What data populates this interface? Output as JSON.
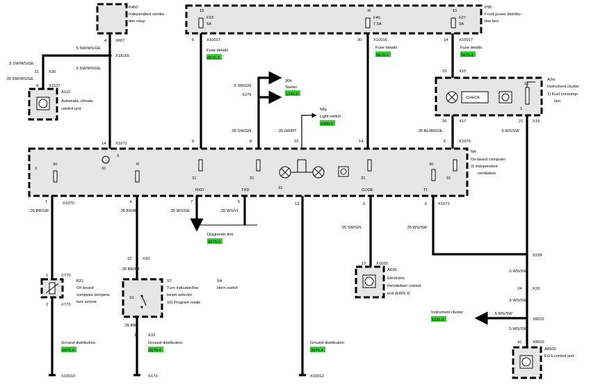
{
  "components": {
    "k450": {
      "id": "K450",
      "line1": "Independent ventila-",
      "line2": "tion relay",
      "pin": "4",
      "connector": "X607"
    },
    "p90": {
      "id": "P90",
      "line1": "Front power distribu-",
      "line2": "tion box",
      "fuses": [
        {
          "pin": "15",
          "name": "F23",
          "rating": "5A",
          "bottom_pin": "6",
          "connector": "X10017"
        },
        {
          "pin": "R",
          "name": "F45",
          "rating": "7.5A",
          "bottom_pin": "30",
          "connector": "X10016"
        },
        {
          "pin": "15",
          "name": "F27",
          "rating": "5A",
          "bottom_pin": "14",
          "connector": "X10017"
        }
      ]
    },
    "a115": {
      "id": "A115",
      "line1": "Automatic climate",
      "line2": "control unit",
      "pin": "8",
      "connector": "X1527"
    },
    "a2w": {
      "id": "A2w",
      "line1": "Instrument cluster",
      "note1": "1)  Fuel consump-",
      "note2": "tion",
      "check_label": "CHECK",
      "pin15": "15",
      "pin1": "1",
      "top_pin": "23",
      "top_connector": "X15",
      "left_pin": "26",
      "left_connector": "X17",
      "right_pin": "21",
      "right_connector": "X16"
    },
    "n4": {
      "id": "N4",
      "line1": "On-board computer",
      "line2": "3)  independent",
      "line3": "ventilation",
      "left_pin30": "30",
      "left_pinR": "R",
      "ground_left": "31",
      "pin3": "3",
      "pin31_bottom": "31",
      "pin30_right": "30",
      "top_pins": [
        "14",
        "9",
        "8",
        "16",
        "14",
        "6"
      ],
      "top_connectors": {
        "left": "X1071",
        "right": "X1070"
      },
      "ground_labels": [
        "31",
        "31",
        "31",
        "31",
        "31"
      ],
      "bottom_labels": {
        "rxd": "RXD",
        "txd": "TXD",
        "code": "CODE",
        "ti": "TI"
      },
      "bottom_pins": [
        "1",
        "4",
        "7",
        "5",
        "13",
        "1",
        "6"
      ],
      "bottom_connectors": {
        "left": "X1070",
        "right": "X1071"
      }
    },
    "x276": {
      "wire": ".5 SW/GN",
      "connector": "X276",
      "dest_id": "30h",
      "dest_name": "Starter",
      "ref": "1240.0"
    },
    "light": {
      "id": "58g",
      "name": "Light switch",
      "ref": "6300.0",
      "wire": ".35 GR/RT"
    },
    "b21": {
      "id": "B21",
      "line1": "On-board",
      "line2": "computer tempera-",
      "line3": "ture sensor",
      "top_pin": "1",
      "top_connector": "X770",
      "bottom_pin": "2",
      "bottom_connector": "X770"
    },
    "s7": {
      "id": "S7",
      "line1": "Turn indicator/low",
      "line2": "beam selector",
      "line3": "10)  Program mode",
      "inner_pin": "10",
      "top_pin": "10",
      "top_connector": "X32",
      "bottom_pin": "1",
      "bottom_connector": "X32"
    },
    "s4": {
      "id": "S4",
      "line1": "Horn switch"
    },
    "a636": {
      "id": "A636",
      "line1": "Electronic",
      "line2": "immobiliser control",
      "line3": "unit (EWS II)",
      "pin": "15",
      "connector": "X1659"
    },
    "a8500": {
      "id": "A8500",
      "line1": "EGS control unit",
      "pin": "41",
      "connector": "X8500"
    }
  },
  "wires": {
    "k450_out": ".5 SW/WS/GE",
    "junction": "X18165",
    "k450_to_n4": ".5 SW/WS/GE",
    "a115_upper": ".5 SW/WS/GE",
    "a115_pin": "11",
    "a115_connector": "X35",
    "a115_lower": ".35 SW/WS/GE",
    "n4_pin9": ".35 SW/GN",
    "a2w_to_n4": ".35 BL/BR/GE",
    "a2w_right": ".5 WS/SW",
    "n4_b21": ".35 BR/GR",
    "n4_s7": ".35 BR/RT",
    "s7_mid": ".35 BR/RT",
    "s7_bottom": ".35 BR",
    "diag_1": ".35 WS/GE",
    "diag_2": ".35 WS/VI",
    "n4_a636": ".35 SW/GN",
    "n4_x228": ".35 WS/SW",
    "x228": "X228",
    "ws_sw_1": ".5 WS/SW",
    "pin24": "24",
    "x20": "X20",
    "ws_sw_2": ".5 WS/SW",
    "x8022": "X8022",
    "ws_sw_3": ".5 WS/SW",
    "ws_sw_4": ".5 WS/SW"
  },
  "refs": {
    "fuse_details_1": {
      "label": "Fuse details",
      "ref": "0670.3"
    },
    "fuse_details_2": {
      "label": "Fuse details",
      "ref": "0670.3"
    },
    "fuse_details_3": {
      "label": "Fuse details",
      "ref": "0670.3"
    },
    "diagnostic": {
      "label": "Diagnostic link",
      "ref": "0670.3"
    },
    "ground_1": {
      "label": "Ground distribution",
      "ref": "0670.4",
      "terminal": "X10010"
    },
    "ground_2": {
      "label": "Ground distribution",
      "ref": "0670.4",
      "terminal": "X173"
    },
    "ground_3": {
      "label": "Ground distribution",
      "ref": "0670.4",
      "terminal": "X10012"
    },
    "instrument_cluster": {
      "label": "Instrument cluster",
      "ref": "6211.0"
    }
  },
  "colors": {
    "reference_highlight": "#33cc33",
    "component_fill": "#e6e6e6",
    "wire": "#000000"
  }
}
